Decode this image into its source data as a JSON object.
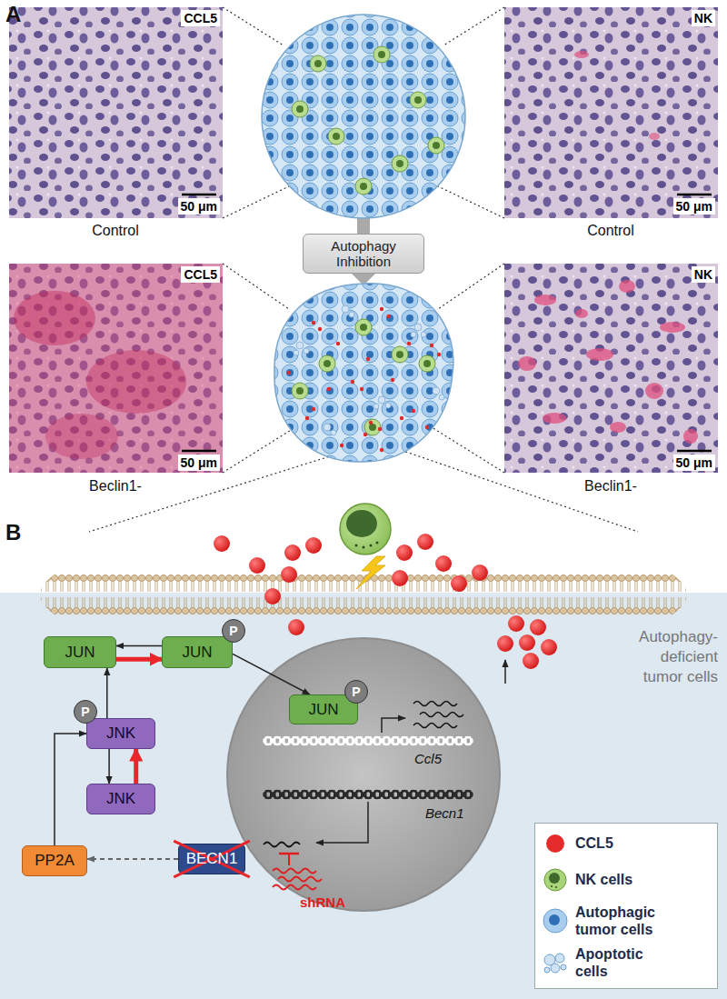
{
  "diagram": {
    "nodes": [
      {
        "text": [
          "Autophagy Inhibition"
        ]
      },
      {
        "text": [
          "Autophagy-deficient tumor cells"
        ]
      },
      {
        "text": [
          "JUN"
        ],
        "in": 1
      },
      {
        "text": [
          "JUN"
        ],
        "in": 1
      },
      {
        "text": [
          "P"
        ],
        "in": 1
      },
      {
        "text": [
          "JNK"
        ],
        "in": 1
      },
      {
        "text": [
          "P"
        ],
        "in": 1
      },
      {
        "text": [
          "JNK"
        ],
        "in": 1
      },
      {
        "text": [
          "JUN"
        ],
        "in": 1
      },
      {
        "text": [
          "P"
        ],
        "in": 1
      },
      {
        "text": [
          "PP2A"
        ],
        "in": 1
      },
      {
        "text": [
          "BECN1"
        ],
        "in": 1
      }
    ],
    "edges": [
      {
        "from": 3,
        "to": 2,
        "arrow": "to"
      },
      {
        "from": 2,
        "to": 3,
        "arrow": "to"
      },
      {
        "from": 5,
        "to": 2,
        "arrow": "to"
      },
      {
        "from": 5,
        "to": 7,
        "arrow": "to"
      },
      {
        "from": 7,
        "to": 5,
        "arrow": "to"
      },
      {
        "from": 10,
        "to": 5,
        "arrow": "to"
      },
      {
        "from": 11,
        "to": 10,
        "arrow": "to"
      },
      {
        "from": 3,
        "to": 8,
        "arrow": "to"
      }
    ],
    "labels": [
      "A",
      "CCL5",
      "50 μm",
      "Control",
      "NK",
      "50 μm",
      "Control",
      "CCL5",
      "50 μm",
      "Beclin1-",
      "NK",
      "50 μm",
      "Beclin1-",
      "B",
      "Ccl5",
      "Becn1",
      "shRNA"
    ],
    "legend": [
      {
        "text": "CCL5",
        "color": "#e52b2b"
      },
      {
        "text": "NK cells"
      },
      {
        "text": "Autophagic tumor cells"
      },
      {
        "text": "Apoptotic cells"
      }
    ]
  }
}
